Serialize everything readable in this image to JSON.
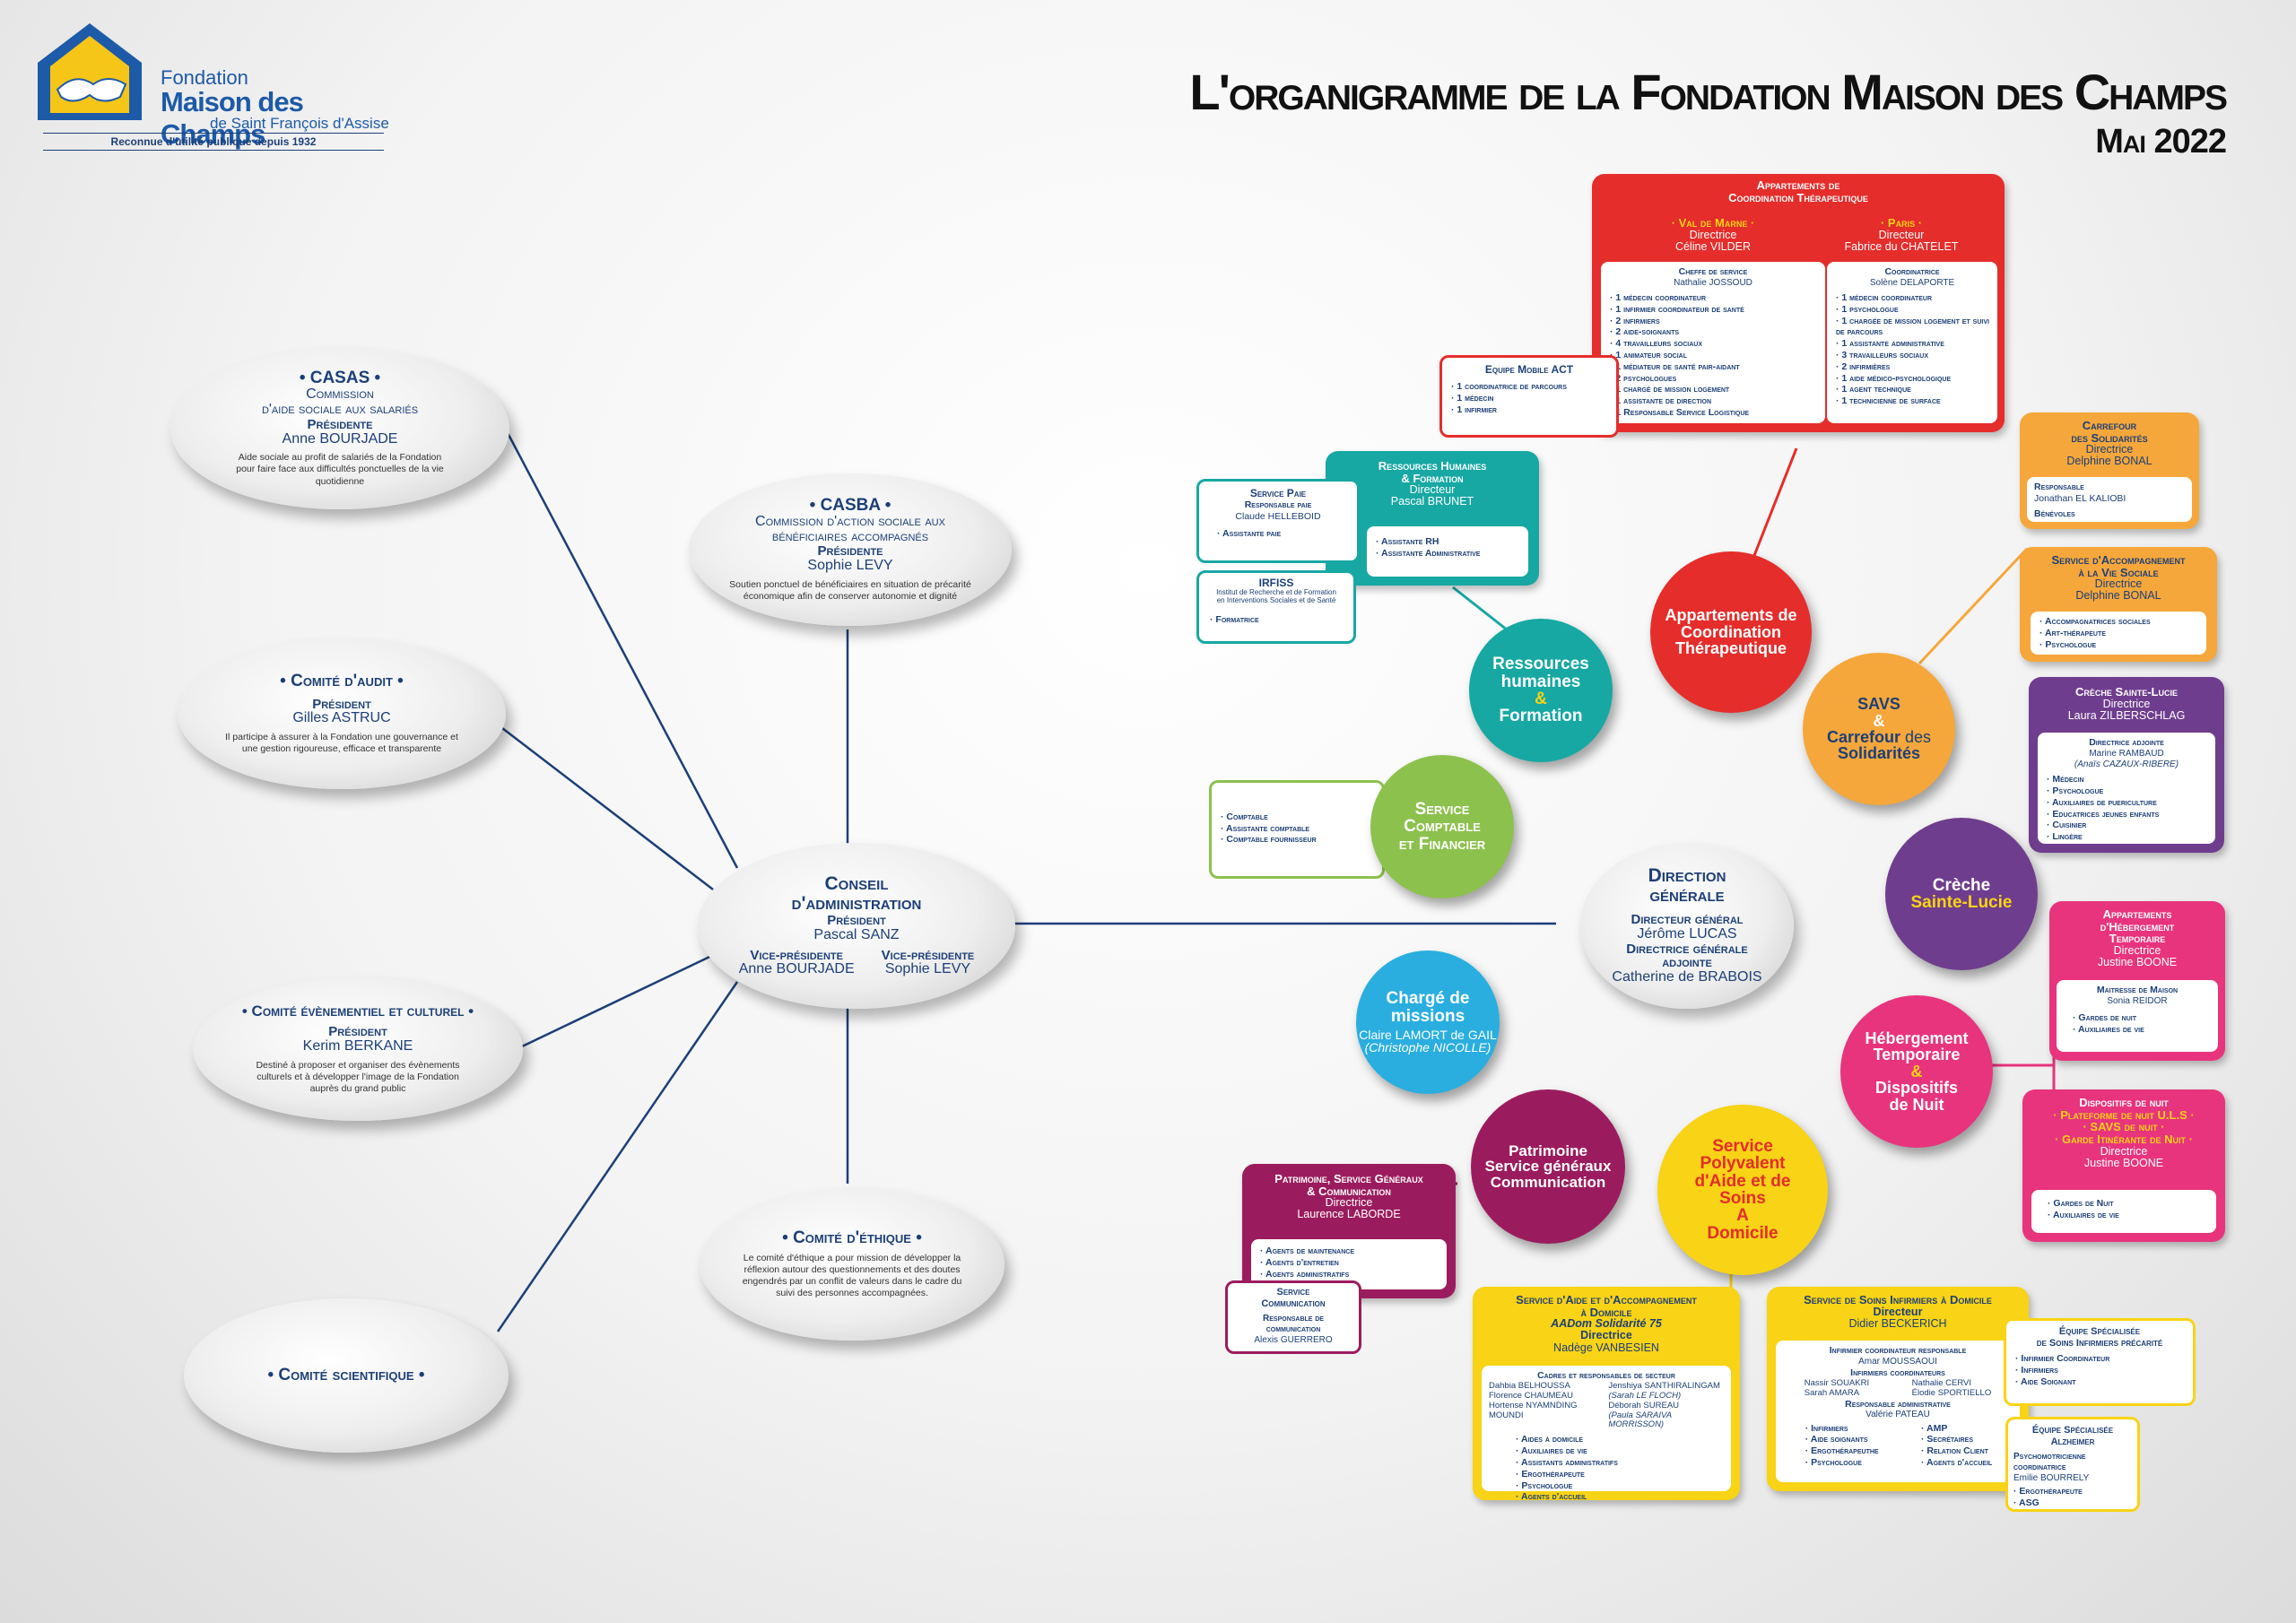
{
  "title": {
    "line1": "L'organigramme de la Fondation Maison des Champs",
    "line2": "Mai 2022"
  },
  "logo": {
    "line1": "Fondation",
    "line2": "Maison des Champs",
    "line3": "de Saint François d'Assise",
    "tagline": "Reconnue d'utilité publique depuis 1932"
  },
  "colors": {
    "red": "#e52d2b",
    "teal": "#17a8a3",
    "orange": "#f5a73b",
    "purple": "#6f3d8e",
    "green": "#8dc14e",
    "blue": "#2aaee0",
    "pink": "#e8347d",
    "maroon": "#9b1c5e",
    "yellow": "#f8d316",
    "navy": "#1d3f77"
  },
  "ovals": {
    "casas": {
      "title": "• CASAS •",
      "sub1": "Commission",
      "sub2": "d'aide sociale aux salariés",
      "role": "Présidente",
      "name": "Anne BOURJADE",
      "desc": "Aide sociale au profit de salariés de la Fondation pour faire face aux difficultés ponctuelles de la vie quotidienne"
    },
    "casba": {
      "title": "• CASBA •",
      "sub1": "Commission d'action sociale aux",
      "sub2": "bénéficiaires accompagnés",
      "role": "Présidente",
      "name": "Sophie LEVY",
      "desc": "Soutien ponctuel de bénéficiaires en situation de précarité économique afin de conserver autonomie et dignité"
    },
    "audit": {
      "title": "• Comité d'audit •",
      "role": "Président",
      "name": "Gilles ASTRUC",
      "desc": "Il participe à assurer à la Fondation une gouvernance et une gestion rigoureuse, efficace et transparente"
    },
    "ca": {
      "title1": "Conseil",
      "title2": "d'administration",
      "role": "Président",
      "name": "Pascal SANZ",
      "vp1_role": "Vice-présidente",
      "vp1_name": "Anne BOURJADE",
      "vp2_role": "Vice-présidente",
      "vp2_name": "Sophie LEVY"
    },
    "event": {
      "title": "• Comité évènementiel et culturel •",
      "role": "Président",
      "name": "Kerim BERKANE",
      "desc": "Destiné à proposer et organiser des évènements culturels et à développer l'image de la Fondation auprès du grand public"
    },
    "ethique": {
      "title": "• Comité d'éthique •",
      "desc": "Le comité d'éthique a pour mission de développer la réflexion autour des questionnements et des doutes engendrés par un conflit de valeurs dans le cadre du suivi des personnes accompagnées."
    },
    "scientifique": {
      "title": "• Comité scientifique •"
    },
    "dg": {
      "title1": "Direction",
      "title2": "générale",
      "role1": "Directeur général",
      "name1": "Jérôme LUCAS",
      "role2": "Directrice générale adjointe",
      "name2": "Catherine de BRABOIS"
    }
  },
  "act": {
    "header1": "Appartements de",
    "header2": "Coordination Thérapeutique",
    "left": {
      "city": "· Val de Marne ·",
      "role": "Directrice",
      "name": "Céline VILDER",
      "chef_role": "Cheffe de service",
      "chef_name": "Nathalie JOSSOUD",
      "items": [
        "1 médecin coordinateur",
        "1 infirmier coordinateur de santé",
        "2 infirmiers",
        "2 aide-soignants",
        "4 travailleurs sociaux",
        "1 animateur social",
        "1 médiateur de santé pair-aidant",
        "2 psychologues",
        "1 chargé de mission logement",
        "1 assistante de direction",
        "1 Responsable Service Logistique"
      ]
    },
    "right": {
      "city": "· Paris ·",
      "role": "Directeur",
      "name": "Fabrice du CHATELET",
      "coord_role": "Coordinatrice",
      "coord_name": "Solène DELAPORTE",
      "items": [
        "1 médecin coordinateur",
        "1 psychologue",
        "1 chargée de mission logement et suivi de parcours",
        "1 assistante administrative",
        "3 travailleurs sociaux",
        "2 infirmières",
        "1 aide médico-psychologique",
        "1 agent technique",
        "1 technicienne de surface"
      ]
    },
    "mobile": {
      "title": "Equipe Mobile ACT",
      "items": [
        "1 coordinatrice de parcours",
        "1 médecin",
        "1 infirmier"
      ]
    },
    "circle1": "Appartements de",
    "circle2": "Coordination",
    "circle3": "Thérapeutique"
  },
  "rh": {
    "title1": "Ressources Humaines",
    "title2": "& Formation",
    "role": "Directeur",
    "name": "Pascal BRUNET",
    "items": [
      "Assistante RH",
      "Assistante Administrative"
    ],
    "paie": {
      "title": "Service Paie",
      "role": "Responsable paie",
      "name": "Claude HELLEBOID",
      "item": "Assistante paie"
    },
    "irfiss": {
      "title": "IRFISS",
      "sub1": "Institut de Recherche et de Formation",
      "sub2": "en Interventions Sociales et de Santé",
      "item": "Formatrice"
    },
    "circle1": "Ressources",
    "circle2": "humaines",
    "circle3": "&",
    "circle4": "Formation"
  },
  "comptable": {
    "items": [
      "Comptable",
      "Assistante comptable",
      "Comptable fournisseur"
    ],
    "circle1": "Service",
    "circle2": "Comptable",
    "circle3": "et Financier"
  },
  "mission": {
    "circle1": "Chargé de",
    "circle2": "missions",
    "name": "Claire LAMORT de GAIL",
    "name2": "(Christophe NICOLLE)"
  },
  "patrimoine": {
    "circle1": "Patrimoine",
    "circle2": "Service généraux",
    "circle3": "Communication",
    "title1": "Patrimoine, Service Généraux",
    "title2": "& Communication",
    "role": "Directrice",
    "name": "Laurence LABORDE",
    "items": [
      "Agents de maintenance",
      "Agents d'entretien",
      "Agents administratifs"
    ],
    "comm": {
      "title1": "Service",
      "title2": "Communication",
      "role1": "Responsable de",
      "role2": "communication",
      "name": "Alexis GUERRERO"
    }
  },
  "saad": {
    "circle1": "Service",
    "circle2": "Polyvalent",
    "circle3": "d'Aide et de",
    "circle4": "Soins",
    "circle5": "A",
    "circle6": "Domicile"
  },
  "saad_box": {
    "title1": "Service d'Aide et d'Accompagnement",
    "title2": "à Domicile",
    "sub": "AADom Solidarité 75",
    "role": "Directrice",
    "name": "Nadège VANBESIEN",
    "cadres": "Cadres et responsables de secteur",
    "names_left": [
      "Dahbia BELHOUSSA",
      "Florence CHAUMEAU",
      "Hortense NYAMNDING MOUNDI"
    ],
    "names_right": [
      "Jenshiya SANTHIRALINGAM",
      "(Sarah LE FLOCH)",
      "Déborah SUREAU",
      "(Paula SARAIVA MORRISSON)"
    ],
    "items": [
      "Aides à domicile",
      "Auxiliaires de vie",
      "Assistants administratifs",
      "Ergothérapeute",
      "Psychologue",
      "Agents d'accueil"
    ]
  },
  "ssiad": {
    "title": "Service de Soins Infirmiers à Domicile",
    "role": "Directeur",
    "name": "Didier BECKERICH",
    "ic_role": "Infirmier coordinateur responsable",
    "ic_name": "Amar MOUSSAOUI",
    "coord": "Infirmiers coordinateurs",
    "coord_left": [
      "Nassir SOUAKRI",
      "Sarah AMARA"
    ],
    "coord_right": [
      "Nathalie CERVI",
      "Élodie SPORTIELLO"
    ],
    "resp": "Responsable administrative",
    "resp_name": "Valérie PATEAU",
    "items_left": [
      "Infirmiers",
      "Aide soignants",
      "Ergothérapeuthe",
      "Psychologue"
    ],
    "items_right": [
      "AMP",
      "Secrétaires",
      "Relation Client",
      "Agents d'accueil"
    ]
  },
  "precarite": {
    "title1": "Équipe Spécialisée",
    "title2": "de Soins Infirmiers précarité",
    "items": [
      "Infirmier Coordinateur",
      "Infirmiers",
      "Aide Soignant"
    ]
  },
  "alzheimer": {
    "title1": "Équipe Spécialisée",
    "title2": "Alzheimer",
    "role1": "Psychomotricienne",
    "role2": "coordinatrice",
    "name": "Emilie BOURRELY",
    "items": [
      "Ergothérapeute",
      "ASG"
    ]
  },
  "carrefour": {
    "title1": "Carrefour",
    "title2": "des Solidarités",
    "role": "Directrice",
    "name": "Delphine BONAL",
    "resp": "Responsable",
    "resp_name": "Jonathan EL KALIOBI",
    "item": "Bénévoles"
  },
  "savs": {
    "title1": "Service d'Accompagnement",
    "title2": "à la Vie Sociale",
    "role": "Directrice",
    "name": "Delphine BONAL",
    "items": [
      "Accompagnatrices sociales",
      "Art-thérapeute",
      "Psychologue"
    ],
    "circle1": "SAVS",
    "circle2": "&",
    "circle3": "Carrefour",
    "circle3b": "des",
    "circle4": "Solidarités"
  },
  "creche": {
    "title": "Crèche Sainte-Lucie",
    "role": "Directrice",
    "name": "Laura ZILBERSCHLAG",
    "adj_role": "Directrice adjointe",
    "adj_name": "Marine RAMBAUD",
    "adj_name2": "(Anaïs CAZAUX-RIBERE)",
    "items": [
      "Médecin",
      "Psychologue",
      "Auxiliaires de puericulture",
      "Educatrices jeunes enfants",
      "Cuisinier",
      "Lingère"
    ],
    "circle1": "Crèche",
    "circle2": "Sainte-Lucie"
  },
  "aht": {
    "title1": "Appartements",
    "title2": "d'Hébergement",
    "title3": "Temporaire",
    "role": "Directrice",
    "name": "Justine BOONE",
    "m_role": "Maitresse de Maison",
    "m_name": "Sonia REIDOR",
    "items": [
      "Gardes de nuit",
      "Auxiliaires de vie"
    ]
  },
  "nuit": {
    "title": "Dispositifs de nuit",
    "l1": "· Plateforme de nuit U.L.S ·",
    "l2": "· SAVS de nuit ·",
    "l3": "· Garde Itinérante de Nuit ·",
    "role": "Directrice",
    "name": "Justine BOONE",
    "items": [
      "Gardes de Nuit",
      "Auxiliaires de vie"
    ]
  },
  "heb": {
    "circle1": "Hébergement",
    "circle2": "Temporaire",
    "circle3": "&",
    "circle4": "Dispositifs",
    "circle5": "de Nuit"
  }
}
